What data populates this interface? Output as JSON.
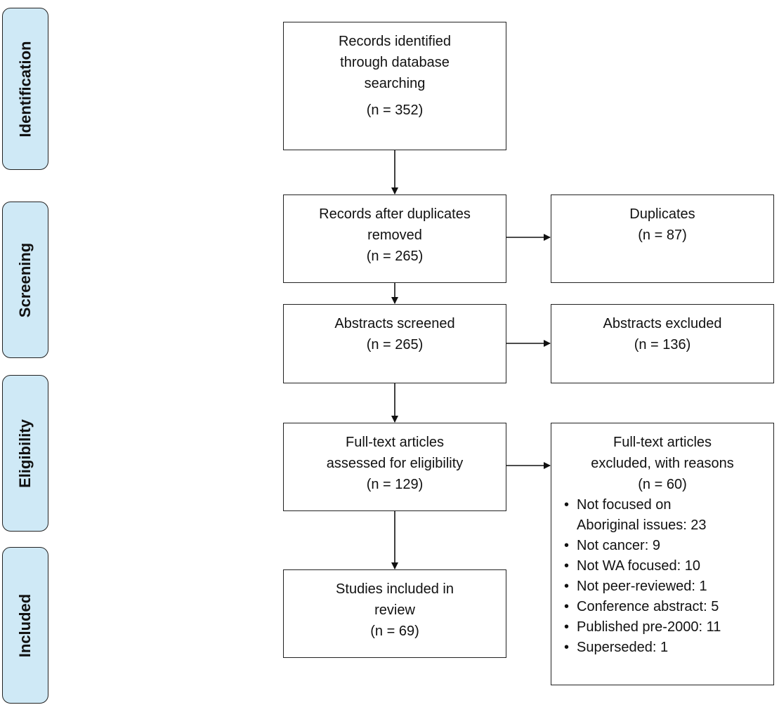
{
  "stages": {
    "identification": "Identification",
    "screening": "Screening",
    "eligibility": "Eligibility",
    "included": "Included"
  },
  "records_identified": {
    "lines": [
      "Records identified",
      "through database",
      "searching"
    ],
    "count": "(n = 352)"
  },
  "records_after_duplicates": {
    "lines": [
      "Records after duplicates",
      "removed"
    ],
    "count": "(n = 265)"
  },
  "duplicates": {
    "label": "Duplicates",
    "count": "(n = 87)"
  },
  "abstracts_screened": {
    "label": "Abstracts screened",
    "count": "(n = 265)"
  },
  "abstracts_excluded": {
    "label": "Abstracts excluded",
    "count": "(n = 136)"
  },
  "fulltext_assessed": {
    "lines": [
      "Full-text articles",
      "assessed for eligibility"
    ],
    "count": "(n = 129)"
  },
  "fulltext_excluded": {
    "lines": [
      "Full-text articles",
      "excluded, with reasons"
    ],
    "count": "(n = 60)",
    "reasons": [
      "Not focused on Aboriginal issues: 23",
      "Not cancer: 9",
      "Not WA focused: 10",
      "Not peer-reviewed: 1",
      "Conference abstract: 5",
      "Published pre-2000: 11",
      "Superseded: 1"
    ]
  },
  "studies_included": {
    "lines": [
      "Studies included in",
      "review"
    ],
    "count": "(n = 69)"
  }
}
